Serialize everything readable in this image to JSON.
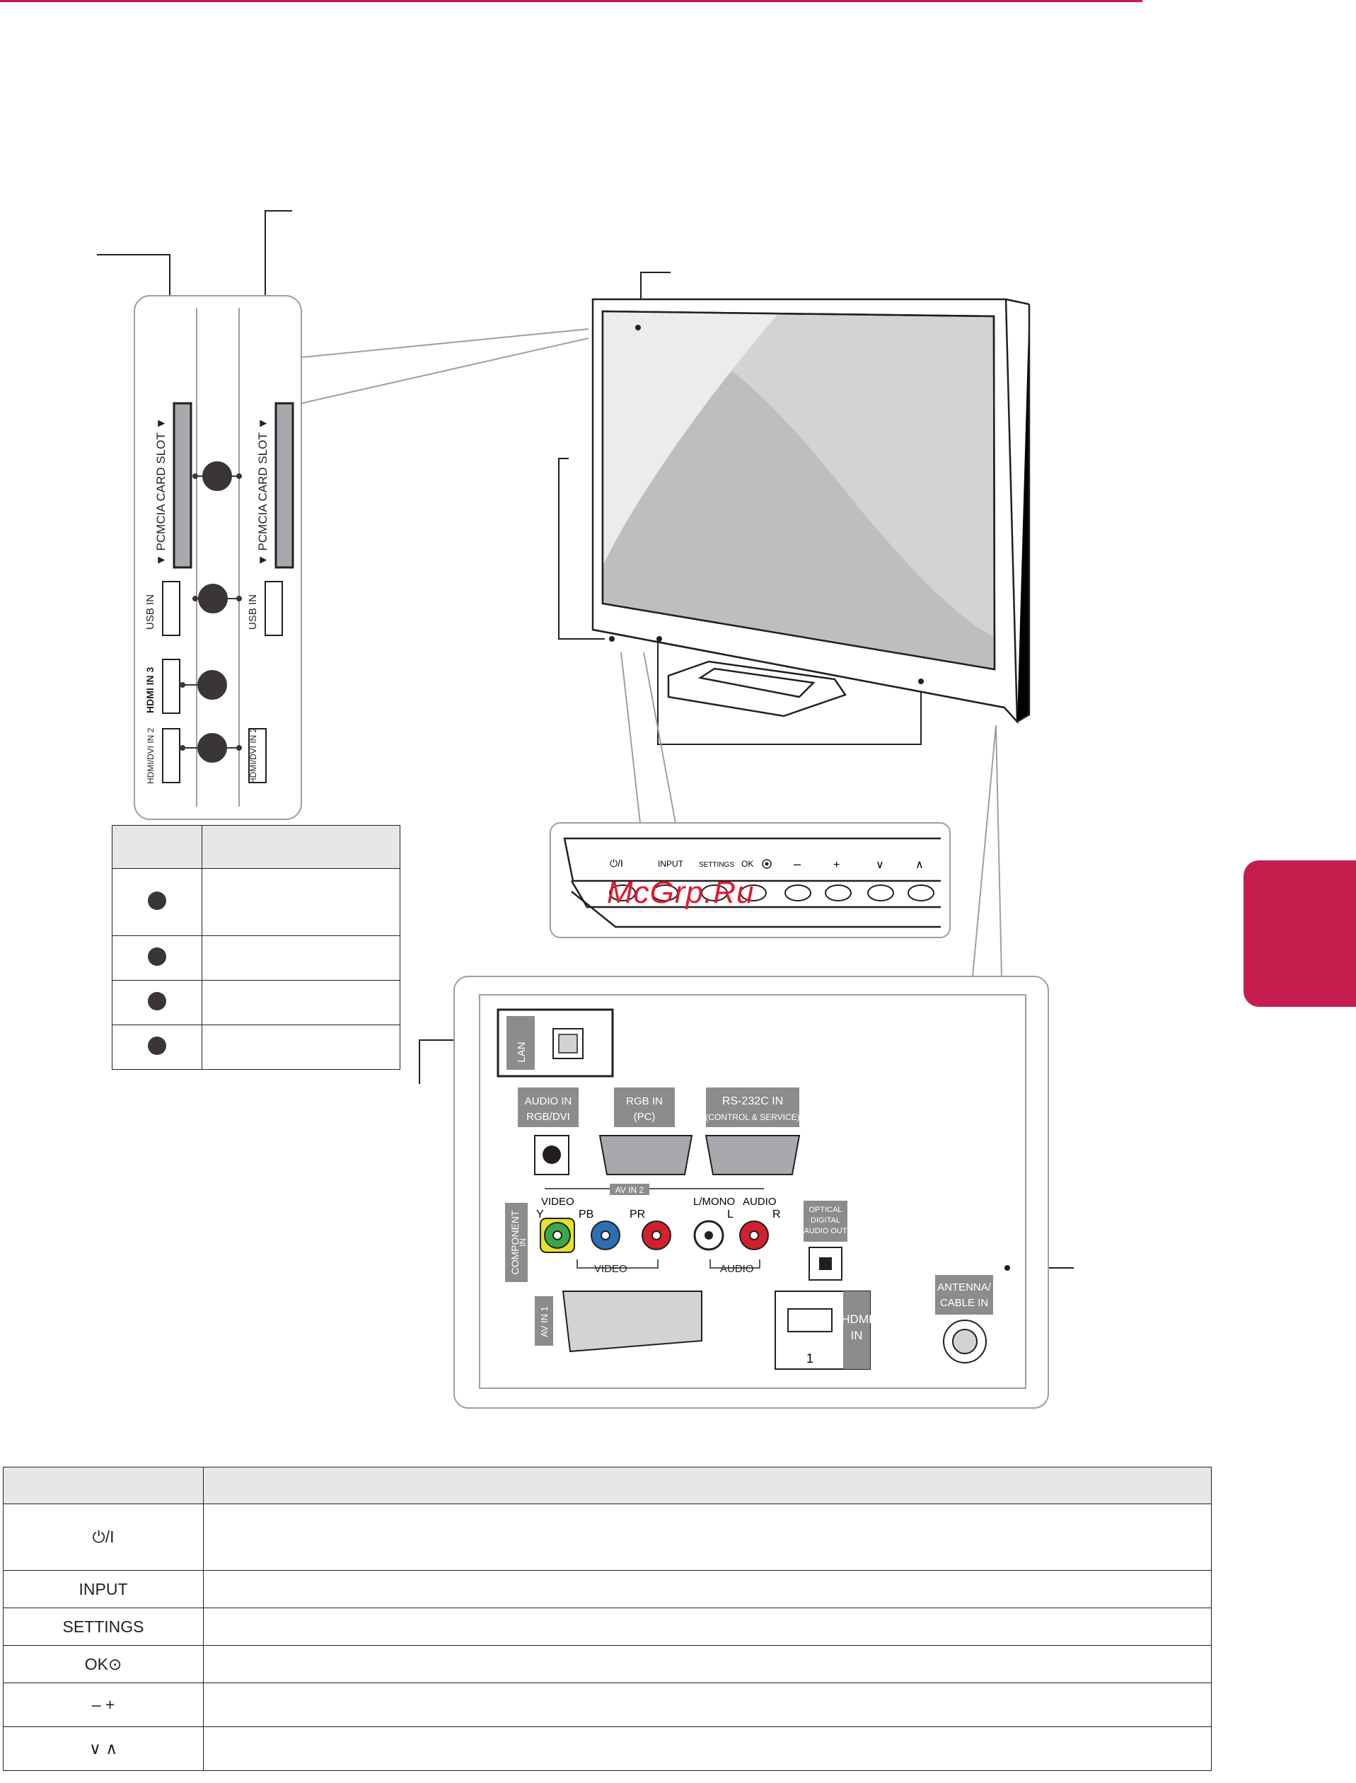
{
  "side_panel": {
    "slot1_label": "▼ PCMCIA CARD SLOT ▼",
    "slot2_label": "▼ PCMCIA CARD SLOT ▼",
    "usb1_label": "USB IN",
    "usb2_label": "USB IN",
    "hdmi3_label": "HDMI IN 3",
    "hdmi2a_label": "HDMI/DVI IN 2",
    "hdmi2b_label": "HDMI/DVI IN 2"
  },
  "front_buttons": {
    "power": "⏻/I",
    "input": "INPUT",
    "settings": "SETTINGS",
    "ok": "OK",
    "minus": "–",
    "plus": "+",
    "down": "∨",
    "up": "∧"
  },
  "watermark": "McGrp.Ru",
  "rear_panel": {
    "lan": "LAN",
    "audio_in_1": "AUDIO IN",
    "audio_in_2": "RGB/DVI",
    "rgb_in_1": "RGB IN",
    "rgb_in_2": "(PC)",
    "rs232_1": "RS-232C IN",
    "rs232_2": "(CONTROL & SERVICE)",
    "av_in_2": "AV IN 2",
    "video_top": "VIDEO",
    "lmono": "L/MONO",
    "audio_top": "AUDIO",
    "y": "Y",
    "pb": "PB",
    "pr": "PR",
    "l": "L",
    "r": "R",
    "component_1": "COMPONENT",
    "component_2": "IN",
    "video_bottom": "VIDEO",
    "audio_bottom": "AUDIO",
    "optical_1": "OPTICAL",
    "optical_2": "DIGITAL",
    "optical_3": "AUDIO OUT",
    "av_in_1": "AV IN 1",
    "hdmi_in_1": "HDMI",
    "hdmi_in_2": "IN",
    "hdmi_num": "1",
    "antenna_1": "ANTENNA/",
    "antenna_2": "CABLE IN"
  },
  "button_table": {
    "rows": [
      {
        "symbol": "⏻/I"
      },
      {
        "symbol": "INPUT"
      },
      {
        "symbol": "SETTINGS"
      },
      {
        "symbol": "OK⊙"
      },
      {
        "symbol": "–    +"
      },
      {
        "symbol": "∨    ∧"
      }
    ]
  }
}
